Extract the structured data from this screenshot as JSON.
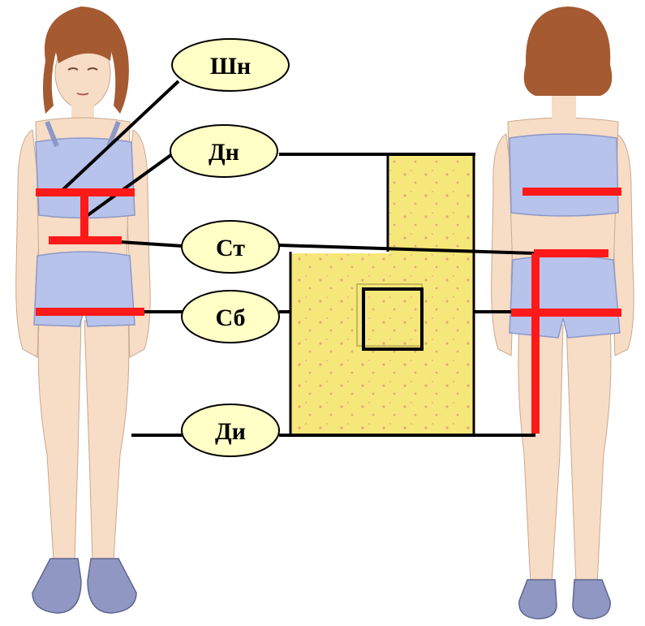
{
  "labels": {
    "shn": "Шн",
    "dn": "Дн",
    "st": "Ст",
    "sb": "Сб",
    "di": "Ди"
  },
  "colors": {
    "measure_red": "#ff1a1a",
    "bubble_fill": "#ffffc6",
    "fabric_yellow": "#f6e77a",
    "garment_blue": "#b7c3ea",
    "skin": "#f7dcc6",
    "hair": "#a55a32",
    "shoe": "#8f97c2",
    "line_black": "#000000"
  }
}
